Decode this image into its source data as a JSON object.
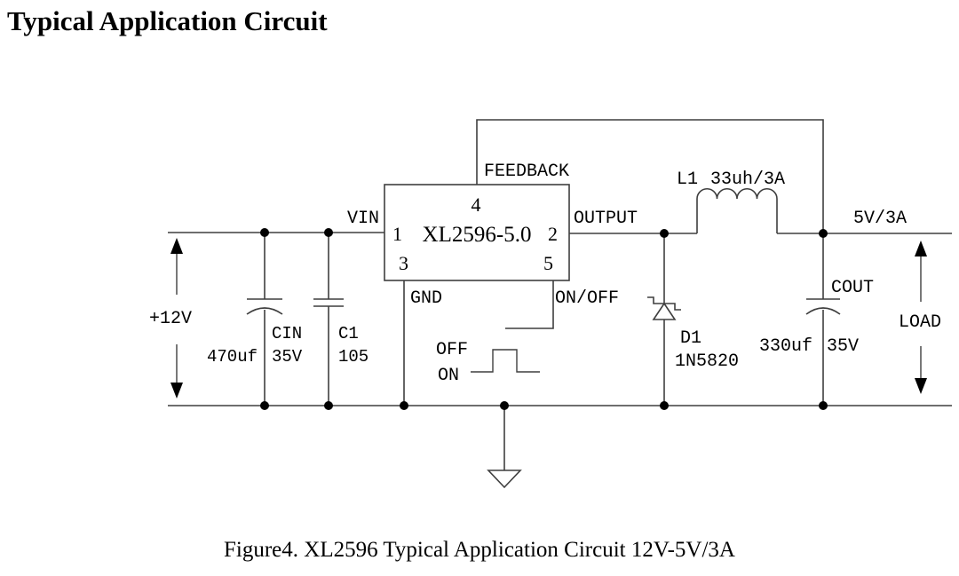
{
  "title": "Typical Application Circuit",
  "caption": "Figure4. XL2596 Typical Application Circuit 12V-5V/3A",
  "ic": {
    "name": "XL2596-5.0",
    "pins": {
      "p1": "1",
      "p2": "2",
      "p3": "3",
      "p4": "4",
      "p5": "5"
    },
    "ports": {
      "vin": "VIN",
      "feedback": "FEEDBACK",
      "output": "OUTPUT",
      "gnd": "GND",
      "onoff": "ON/OFF"
    }
  },
  "input": {
    "voltage": "+12V"
  },
  "output_side": {
    "rail": "5V/3A",
    "load": "LOAD"
  },
  "components": {
    "cin": {
      "ref": "CIN",
      "value": "470uf",
      "rating": "35V"
    },
    "c1": {
      "ref": "C1",
      "value": "105"
    },
    "d1": {
      "ref": "D1",
      "value": "1N5820"
    },
    "l1": {
      "ref": "L1",
      "value": "33uh/3A"
    },
    "cout": {
      "ref": "COUT",
      "value": "330uf",
      "rating": "35V"
    }
  },
  "control": {
    "off": "OFF",
    "on": "ON"
  },
  "colors": {
    "line": "#3f3f3f",
    "text": "#000000",
    "background": "#ffffff"
  }
}
